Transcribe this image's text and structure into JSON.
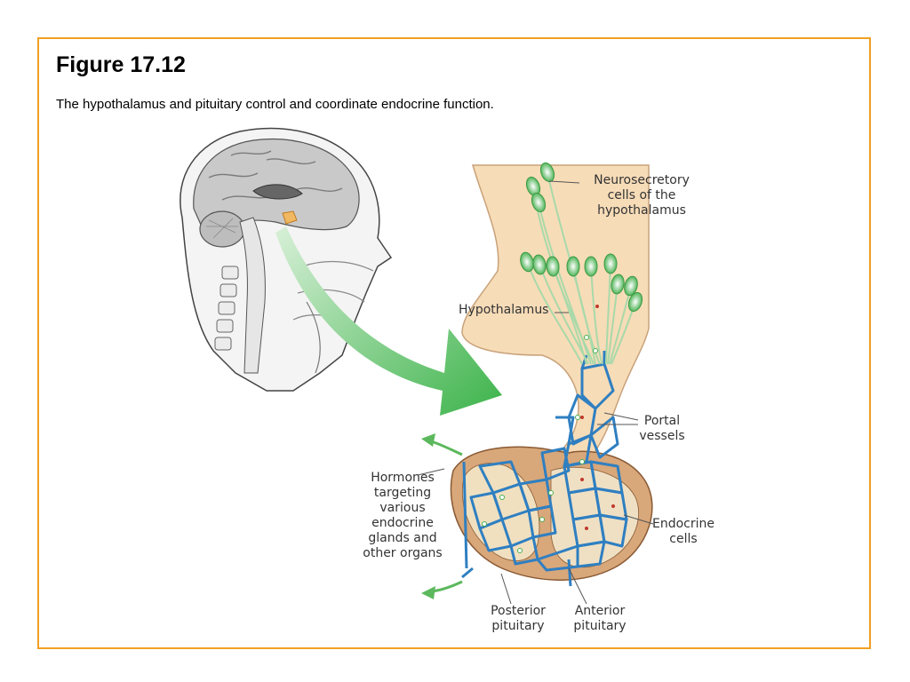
{
  "figure": {
    "title": "Figure 17.12",
    "caption": "The hypothalamus and pituitary control and coordinate endocrine function."
  },
  "labels": {
    "neurosecretory_1": "Neurosecretory",
    "neurosecretory_2": "cells of the",
    "neurosecretory_3": "hypothalamus",
    "hypothalamus": "Hypothalamus",
    "portal_1": "Portal",
    "portal_2": "vessels",
    "endocrine_1": "Endocrine",
    "endocrine_2": "cells",
    "hormones_1": "Hormones",
    "hormones_2": "targeting",
    "hormones_3": "various",
    "hormones_4": "endocrine",
    "hormones_5": "glands and",
    "hormones_6": "other organs",
    "posterior_1": "Posterior",
    "posterior_2": "pituitary",
    "anterior_1": "Anterior",
    "anterior_2": "pituitary"
  },
  "colors": {
    "border": "#f0a022",
    "arrow": "#3cb34a",
    "vessels": "#2f7fc1",
    "tissue": "#f7dcb8",
    "gland": "#d8a77a"
  }
}
